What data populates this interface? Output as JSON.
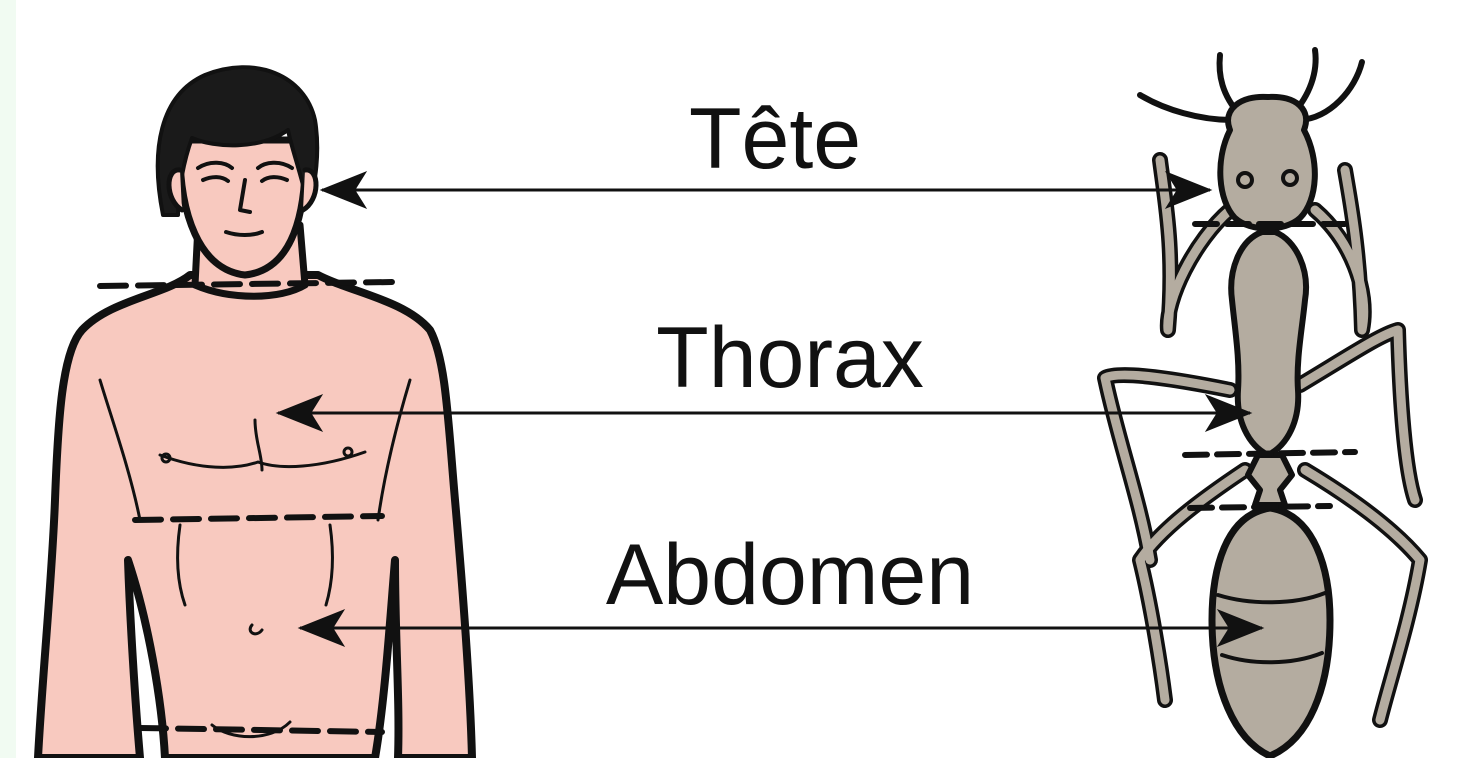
{
  "labels": {
    "head": "Tête",
    "thorax": "Thorax",
    "abdomen": "Abdomen"
  },
  "figures": {
    "human": "human-torso",
    "insect": "ant"
  },
  "colors": {
    "skin": "#f8c9bf",
    "ant_body": "#b4aca0",
    "outline": "#111111",
    "background": "#ffffff"
  }
}
